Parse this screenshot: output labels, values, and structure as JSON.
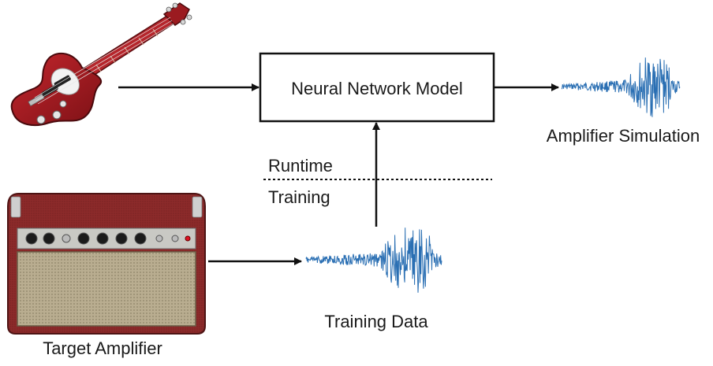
{
  "diagram": {
    "model_box": {
      "label": "Neural Network Model"
    },
    "runtime_label": "Runtime",
    "training_label": "Training",
    "training_data_label": "Training Data",
    "amplifier_simulation_label": "Amplifier Simulation",
    "target_amplifier_label": "Target Amplifier",
    "icons": {
      "guitar": "electric-guitar-icon",
      "amplifier": "guitar-amplifier-icon",
      "waveform": "audio-waveform-icon"
    },
    "colors": {
      "waveform": "#2a6fb3",
      "guitar_body": "#a3191f",
      "amp_cabinet": "#8c2a2a",
      "amp_grille": "#b9ad90",
      "line": "#111111"
    }
  }
}
